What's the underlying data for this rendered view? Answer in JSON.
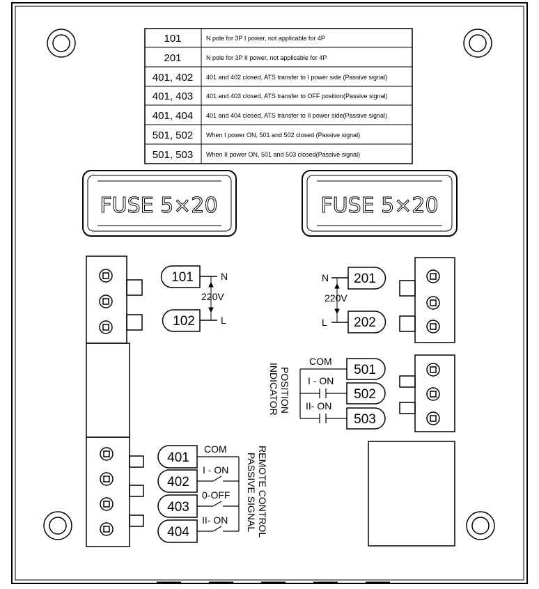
{
  "table": {
    "rows": [
      {
        "code": "101",
        "desc": "N pole for 3P I power, not applicable for 4P"
      },
      {
        "code": "201",
        "desc": "N pole for 3P II power, not applicable for 4P"
      },
      {
        "code": "401, 402",
        "desc": "401 and 402 closed, ATS transfer to I power side (Passive signal)"
      },
      {
        "code": "401, 403",
        "desc": "401 and 403 closed, ATS transfer to OFF position(Passive signal)"
      },
      {
        "code": "401, 404",
        "desc": "401 and 404 closed, ATS transfer to II power side(Passive signal)"
      },
      {
        "code": "501, 502",
        "desc": "When I power ON, 501 and 502 closed (Passive signal)"
      },
      {
        "code": "501, 503",
        "desc": "When II power ON, 501 and 503 closed(Passive signal)"
      }
    ]
  },
  "fuses": {
    "left": "FUSE 5×20",
    "right": "FUSE 5×20"
  },
  "power_left": {
    "t1": "101",
    "t1_line": "N",
    "voltage": "220V",
    "t2": "102",
    "t2_line": "L"
  },
  "power_right": {
    "t1": "201",
    "t1_line": "N",
    "voltage": "220V",
    "t2": "202",
    "t2_line": "L"
  },
  "position_indicator": {
    "title_line1": "POSITION",
    "title_line2": "INDICATOR",
    "com": "COM",
    "i_on": "I - ON",
    "ii_on": "II- ON",
    "t1": "501",
    "t2": "502",
    "t3": "503"
  },
  "remote_control": {
    "title_line1": "REMOTE CONTROL",
    "title_line2": "PASSIVE SIGNAL",
    "com": "COM",
    "i_on": "I - ON",
    "off": "0-OFF",
    "ii_on": "II- ON",
    "t1": "401",
    "t2": "402",
    "t3": "403",
    "t4": "404"
  }
}
